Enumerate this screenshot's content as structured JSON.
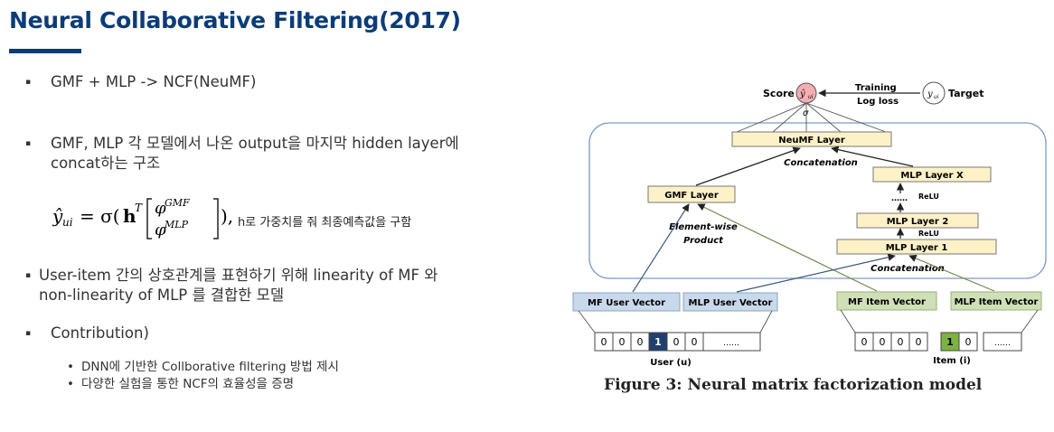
{
  "slide": {
    "title": "Neural Collaborative Filtering(2017)",
    "bullets": [
      "GMF + MLP -> NCF(NeuMF)",
      "GMF, MLP 각 모델에서 나온 output을 마지막 hidden layer에",
      "concat하는 구조",
      "User-item 간의 상호관계를 표현하기 위해 linearity of MF 와",
      "non-linearity of MLP 를 결합한 모델",
      "Contribution)"
    ],
    "sub_bullets": [
      "DNN에 기반한 Collborative filtering 방법 제시",
      "다양한 실험을 통한 NCF의 효율성을 증명"
    ],
    "formula_note": "h로 가중치를 줘 최종예측값을 구함",
    "bullet_marker": "▪",
    "sub_marker": "•"
  },
  "figure": {
    "caption": "Figure 3: Neural matrix factorization model",
    "score_label": "Score",
    "sigma_label": "σ",
    "training_label": "Training",
    "logloss_label": "Log loss",
    "target_label": "Target",
    "neumf_layer": "NeuMF Layer",
    "concatenation_top": "Concatenation",
    "gmf_layer": "GMF Layer",
    "element_wise": "Element-wise",
    "product": "Product",
    "mlp_layer_x": "MLP Layer X",
    "dots_label": "……",
    "relu_x": "ReLU",
    "mlp_layer_2": "MLP Layer 2",
    "relu_2": "ReLU",
    "mlp_layer_1": "MLP Layer 1",
    "concatenation_bottom": "Concatenation",
    "mf_user_vector": "MF User Vector",
    "mlp_user_vector": "MLP User Vector",
    "mf_item_vector": "MF Item Vector",
    "mlp_item_vector": "MLP Item Vector",
    "user_cells": [
      "0",
      "0",
      "0",
      "1",
      "0",
      "0",
      "……"
    ],
    "item_cells": [
      "0",
      "0",
      "0",
      "0",
      "1",
      "0",
      "……"
    ],
    "user_label": "User (u)",
    "item_label": "Item (i)",
    "colors": {
      "layer_fill": "#fdf1c8",
      "user_vector_fill": "#c9d9ec",
      "item_vector_fill": "#cfdfb8",
      "user_one": "#1f3f6e",
      "item_one": "#7cb342",
      "score_fill": "#f4aeb4",
      "title_blue": "#0b3c78"
    }
  }
}
